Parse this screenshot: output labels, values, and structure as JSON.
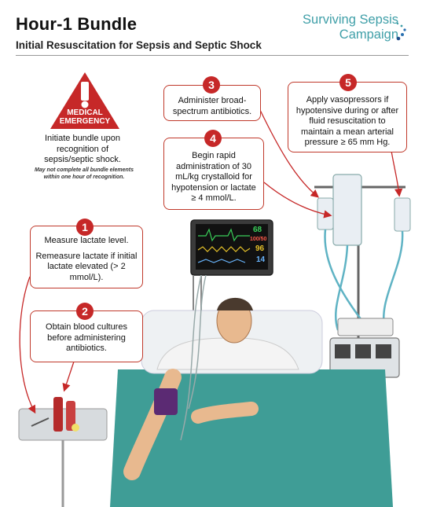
{
  "header": {
    "title": "Hour-1 Bundle",
    "subtitle": "Initial Resuscitation for Sepsis and Septic Shock"
  },
  "brand": {
    "line1": "Surviving Sepsis",
    "line2": "Campaign",
    "color": "#3f9fa8"
  },
  "warning": {
    "icon": "exclamation-triangle-icon",
    "label_line1": "MEDICAL",
    "label_line2": "EMERGENCY",
    "color": "#c62828"
  },
  "intro": {
    "text": "Initiate bundle upon recognition of sepsis/septic shock.",
    "note": "May not complete all bundle elements within one hour of recognition."
  },
  "steps": [
    {
      "number": "1",
      "lines": [
        "Measure lactate level.",
        "Remeasure lactate if initial lactate elevated (> 2 mmol/L)."
      ]
    },
    {
      "number": "2",
      "lines": [
        "Obtain blood cultures before administering antibiotics."
      ]
    },
    {
      "number": "3",
      "lines": [
        "Administer broad-spectrum antibiotics."
      ]
    },
    {
      "number": "4",
      "lines": [
        "Begin rapid administration of 30 mL/kg crystalloid for hypotension or lactate ≥ 4 mmol/L."
      ]
    },
    {
      "number": "5",
      "lines": [
        "Apply vasopressors if hypotensive during or after fluid resuscitation to maintain a mean arterial pressure ≥ 65 mm Hg."
      ]
    }
  ],
  "monitor": {
    "hr": "68",
    "bp": "100/50",
    "spo2": "96",
    "rr": "14"
  }
}
